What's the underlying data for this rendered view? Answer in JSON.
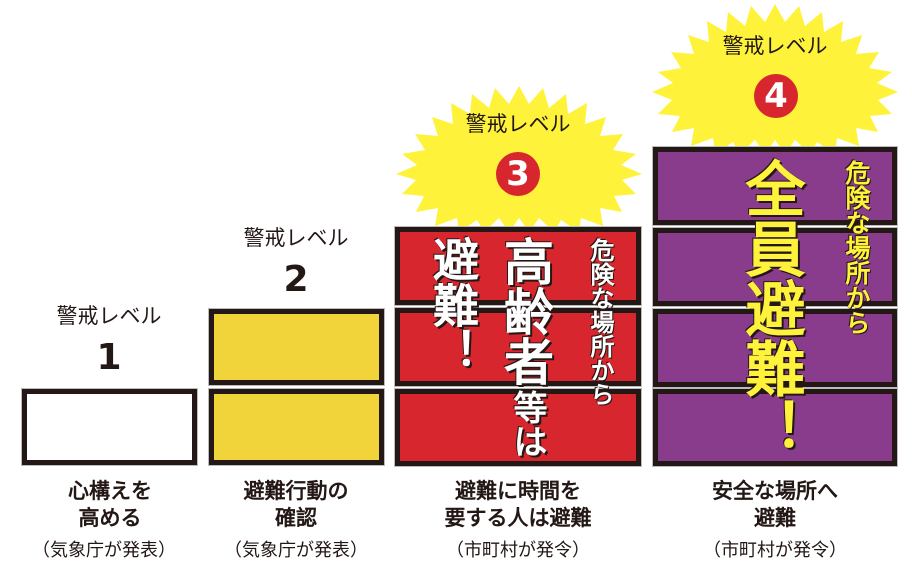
{
  "title": "警戒レベル",
  "colors": {
    "level1": "#ffffff",
    "level2": "#f1d33a",
    "level3": "#d7262d",
    "level4": "#883c8b",
    "border": "#231815",
    "burst": "#fef33a",
    "badge": "#d7262d"
  },
  "levels": [
    {
      "label": "警戒レベル",
      "number": "1",
      "boxes": 1,
      "caption": [
        "心構えを",
        "高める"
      ],
      "source": "（気象庁が発表）"
    },
    {
      "label": "警戒レベル",
      "number": "2",
      "boxes": 2,
      "caption": [
        "避難行動の",
        "確認"
      ],
      "source": "（気象庁が発表）"
    },
    {
      "label": "警戒レベル",
      "number": "3",
      "boxes": 3,
      "vertical_small": "危険な場所から",
      "vertical_main": "高齢者",
      "vertical_main_tail": "等は",
      "vertical_left": "避難！",
      "caption": [
        "避難に時間を",
        "要する人は避難"
      ],
      "source": "（市町村が発令）"
    },
    {
      "label": "警戒レベル",
      "number": "4",
      "boxes": 4,
      "vertical_small": "危険な場所から",
      "vertical_main": "全員避難！",
      "caption": [
        "安全な場所へ",
        "避難"
      ],
      "source": "（市町村が発令）"
    }
  ]
}
